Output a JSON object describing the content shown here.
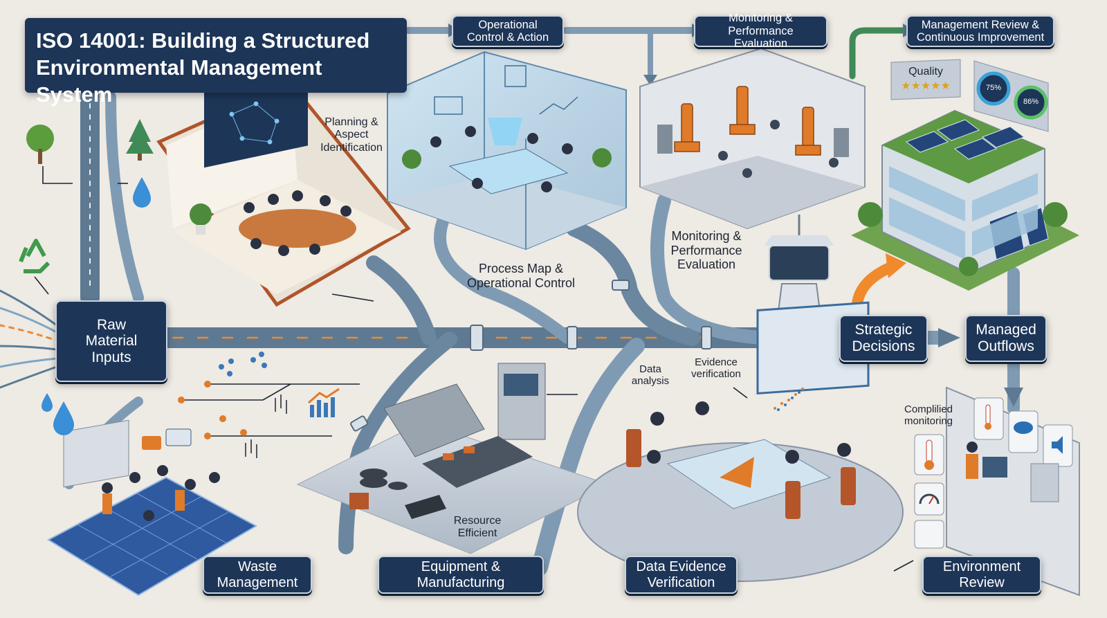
{
  "title": {
    "line1": "ISO 14001: Building a Structured",
    "line2": "Environmental Management System"
  },
  "stages": {
    "operational_control": "Operational\nControl & Action",
    "monitoring_top": "Monitoring &\nPerformance Evaluation",
    "management_review": "Management Review &\nContinuous Improvement",
    "raw_material": "Raw\nMaterial\nInputs",
    "strategic": "Strategic\nDecisions",
    "managed_outflows": "Managed\nOutflows",
    "waste": "Waste\nManagement",
    "equipment": "Equipment &\nManufacturing",
    "data_evidence": "Data Evidence\nVerification",
    "environment_review": "Environment\nReview"
  },
  "labels": {
    "planning": "Planning &\nAspect\nIdentification",
    "process_map": "Process Map &\nOperational Control",
    "monitoring_mid": "Monitoring &\nPerformance\nEvaluation",
    "data_analysis": "Data\nanalysis",
    "evidence_verification": "Evidence\nverification",
    "complied_monitoring": "Complilied\nmonitoring",
    "resource_efficient": "Resource\nEfficient"
  },
  "dashboard": {
    "quality_label": "Quality",
    "quality_stars": "★★★★★",
    "gauge_left": "75%",
    "gauge_right": "86%"
  },
  "colors": {
    "navy": "#1d3557",
    "pipe": "#7f9bb3",
    "flow_accent": "#f08a2c",
    "background": "#eeeae4"
  },
  "icons": [
    "tree-icon",
    "water-drop-icon",
    "recycle-icon",
    "thermometer-icon",
    "gauge-icon",
    "cloud-icon",
    "speaker-icon"
  ]
}
